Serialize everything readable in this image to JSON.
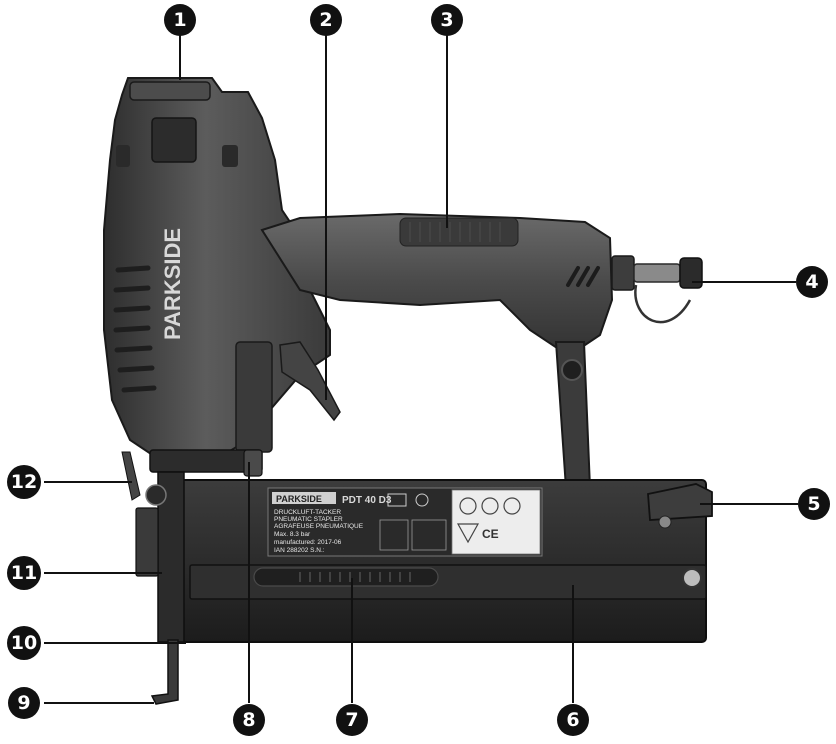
{
  "tool": {
    "brand_housing": "PARKSIDE",
    "label": {
      "brand": "PARKSIDE",
      "model": "PDT 40 D3",
      "lines": [
        "DRUCKLUFT-TACKER",
        "PNEUMATIC STAPLER",
        "AGRAFEUSE PNEUMATIQUE",
        "Max. 8.3 bar",
        "manufactured: 2017-06",
        "IAN 288202   S.N.:"
      ],
      "ce_mark": "CE"
    }
  },
  "callouts": [
    {
      "number": "1"
    },
    {
      "number": "2"
    },
    {
      "number": "3"
    },
    {
      "number": "4"
    },
    {
      "number": "5"
    },
    {
      "number": "6"
    },
    {
      "number": "7"
    },
    {
      "number": "8"
    },
    {
      "number": "9"
    },
    {
      "number": "10"
    },
    {
      "number": "11"
    },
    {
      "number": "12"
    }
  ],
  "colors": {
    "callout": "#111111",
    "body_dark": "#3a3a3a",
    "body_mid": "#5a5a5a",
    "body_light": "#7a7a7a",
    "metal": "#2a2a2a",
    "leader": "#111111"
  }
}
